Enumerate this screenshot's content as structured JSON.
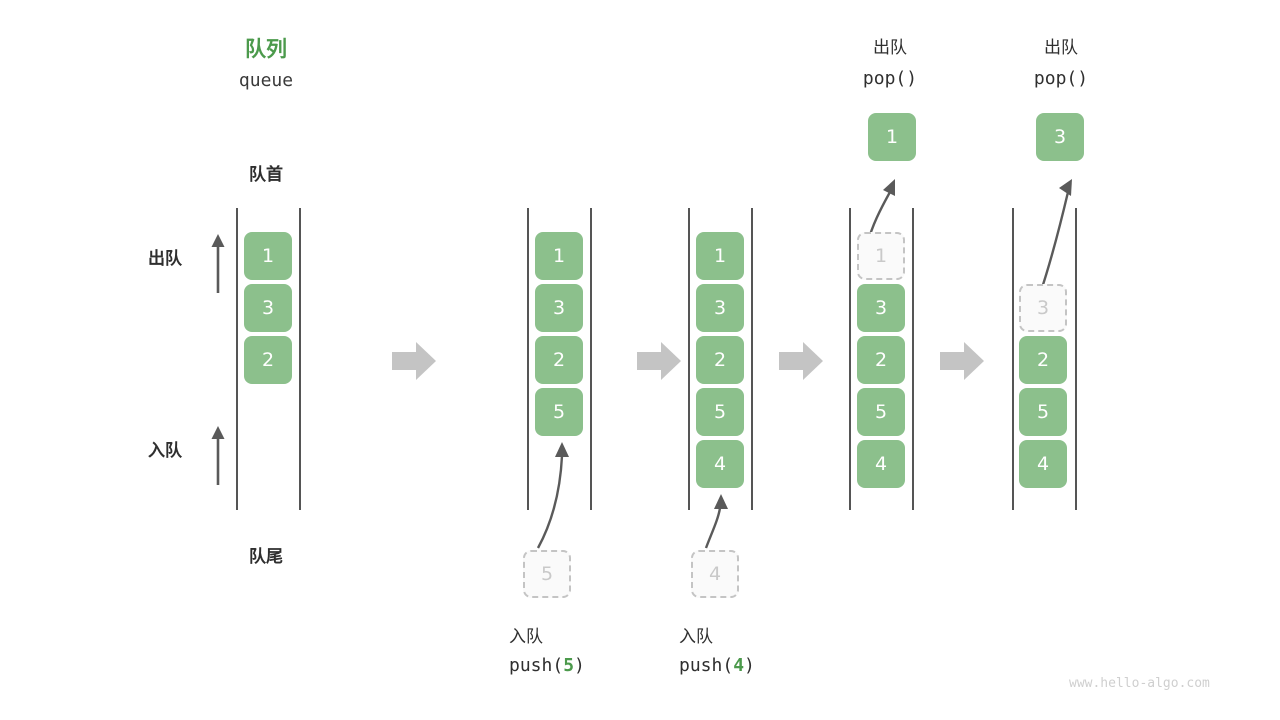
{
  "header": {
    "title_cn": "队列",
    "title_en": "queue",
    "front_label": "队首",
    "rear_label": "队尾",
    "side_pop_label": "出队",
    "side_push_label": "入队"
  },
  "colors": {
    "cell_fill": "#8cc08c",
    "cell_text": "#ffffff",
    "ghost_fill": "#fafafa",
    "ghost_border": "#c4c4c4",
    "ghost_text": "#c9c9c9",
    "rail": "#555555",
    "accent_green": "#4c9a4c",
    "block_arrow": "#c4c4c4",
    "curve_arrow": "#5a5a5a",
    "text_dark": "#2f2f2f",
    "watermark": "#cfcfcf"
  },
  "columns": [
    {
      "id": "initial",
      "cells": [
        "1",
        "3",
        "2"
      ],
      "ghost_index": null,
      "ghost_value": null
    },
    {
      "id": "after-push-5",
      "cells": [
        "1",
        "3",
        "2",
        "5"
      ],
      "ghost_index": null,
      "ghost_value": null
    },
    {
      "id": "after-push-4",
      "cells": [
        "1",
        "3",
        "2",
        "5",
        "4"
      ],
      "ghost_index": null,
      "ghost_value": null
    },
    {
      "id": "popping-1",
      "cells": [
        "",
        "3",
        "2",
        "5",
        "4"
      ],
      "ghost_index": 0,
      "ghost_value": "1"
    },
    {
      "id": "popping-3",
      "cells": [
        "",
        "",
        "2",
        "5",
        "4"
      ],
      "ghost_index": 1,
      "ghost_value": "3"
    }
  ],
  "push_ops": [
    {
      "cn": "入队",
      "code_prefix": "push(",
      "code_num": "5",
      "code_suffix": ")",
      "input_value": "5"
    },
    {
      "cn": "入队",
      "code_prefix": "push(",
      "code_num": "4",
      "code_suffix": ")",
      "input_value": "4"
    }
  ],
  "pop_ops": [
    {
      "cn": "出队",
      "code": "pop()",
      "result_value": "1"
    },
    {
      "cn": "出队",
      "code": "pop()",
      "result_value": "3"
    }
  ],
  "transition_arrows": 4,
  "watermark": "www.hello-algo.com"
}
